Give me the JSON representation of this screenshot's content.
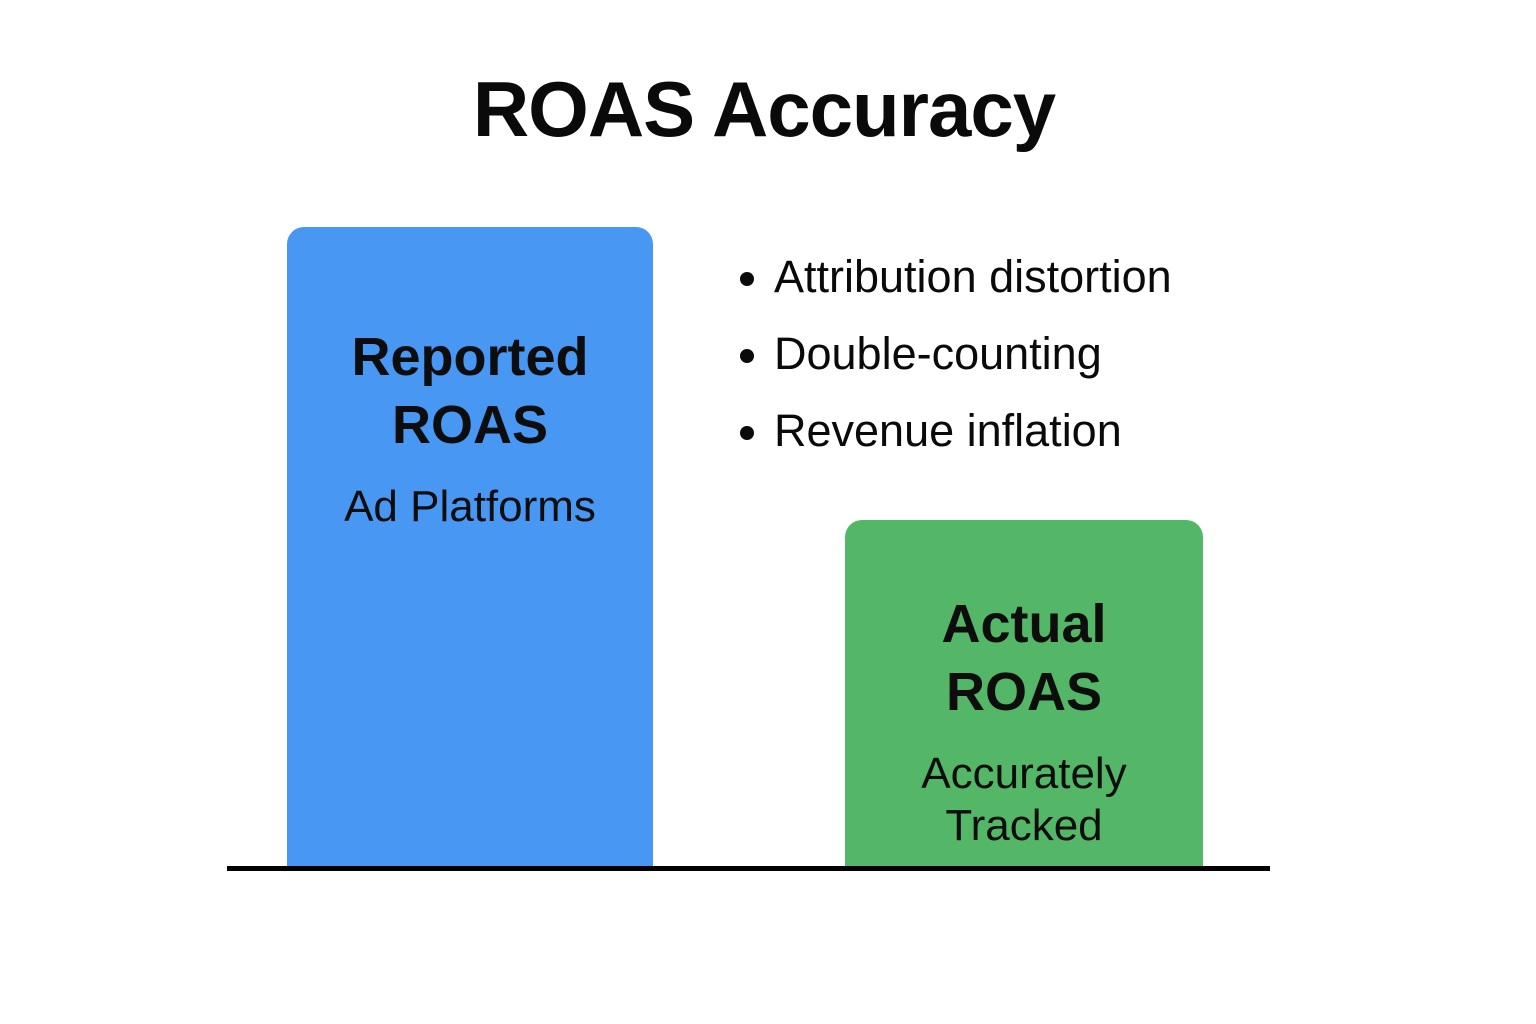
{
  "title": "ROAS Accuracy",
  "colors": {
    "background": "#ffffff",
    "reported_bar": "#4797F3",
    "actual_bar": "#54B768",
    "baseline": "#000000",
    "text": "#0a0a0a"
  },
  "bars": [
    {
      "id": "reported",
      "title": "Reported ROAS",
      "subtitle": "Ad Platforms",
      "color": "#4797F3",
      "relative_height": 1.0
    },
    {
      "id": "actual",
      "title": "Actual ROAS",
      "subtitle": "Accurately Tracked",
      "color": "#54B768",
      "relative_height": 0.54
    }
  ],
  "bullets": [
    "Attribution distortion",
    "Double-counting",
    "Revenue inflation"
  ],
  "chart_data": {
    "type": "bar",
    "title": "ROAS Accuracy",
    "categories": [
      "Reported ROAS (Ad Platforms)",
      "Actual ROAS (Accurately Tracked)"
    ],
    "values": [
      1.0,
      0.54
    ],
    "value_unit": "relative bar height (no numeric labels shown)",
    "series_colors": [
      "#4797F3",
      "#54B768"
    ],
    "xlabel": "",
    "ylabel": "",
    "grid": false,
    "legend": "none",
    "axis": "single black baseline at bottom",
    "annotations": [
      "Attribution distortion",
      "Double-counting",
      "Revenue inflation"
    ]
  }
}
